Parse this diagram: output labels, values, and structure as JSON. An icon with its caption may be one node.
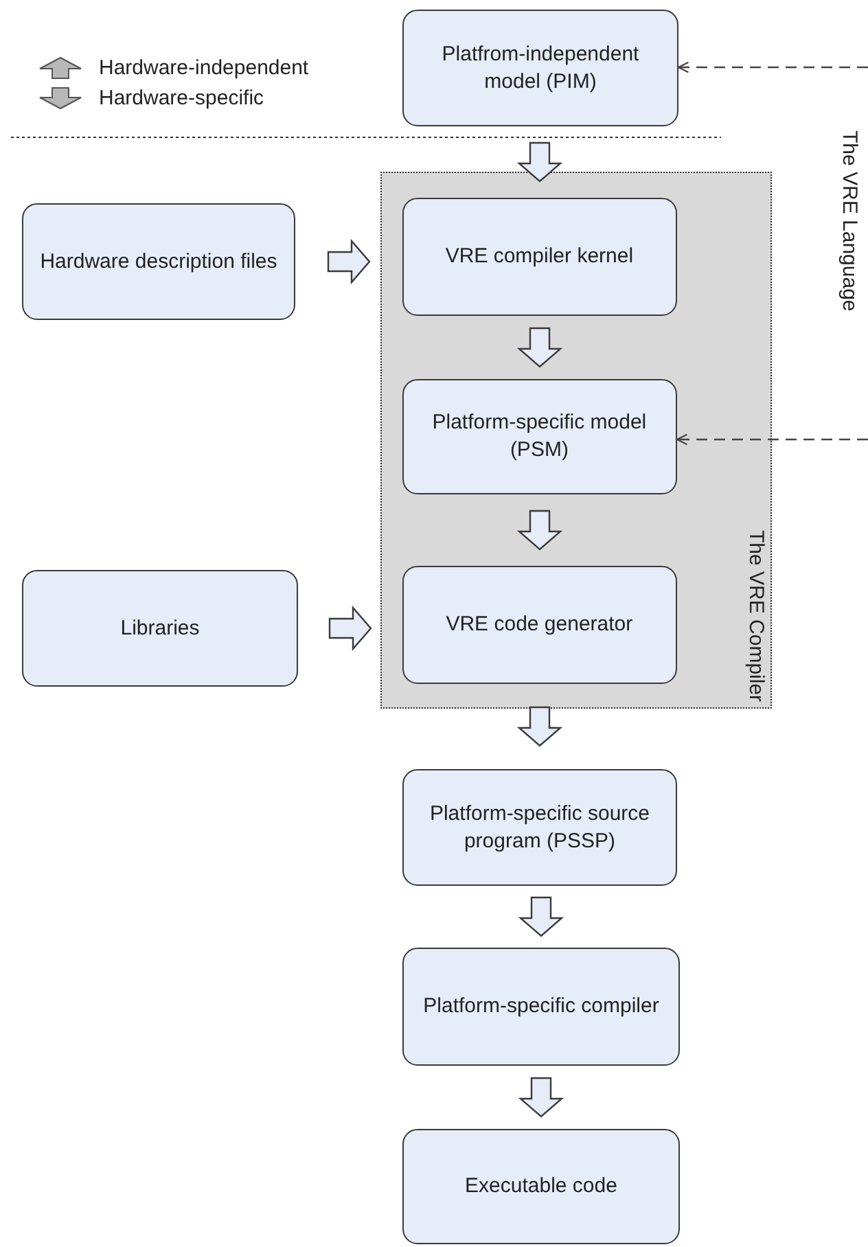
{
  "diagram": {
    "nodes": [
      {
        "text": [
          "Platfrom-independent model (PIM)"
        ]
      },
      {
        "text": [
          "Hardware description files"
        ]
      },
      {
        "text": [
          "The VRE Compiler"
        ]
      },
      {
        "text": [
          "VRE compiler kernel"
        ],
        "in": 2
      },
      {
        "text": [
          "Platform-specific model (PSM)"
        ],
        "in": 2
      },
      {
        "text": [
          "VRE code generator"
        ],
        "in": 2
      },
      {
        "text": [
          "Libraries"
        ]
      },
      {
        "text": [
          "Platform-specific source program (PSSP)"
        ]
      },
      {
        "text": [
          "Platform-specific compiler"
        ]
      },
      {
        "text": [
          "Executable code"
        ]
      }
    ],
    "edges": [
      {
        "from": 0,
        "to": 3,
        "arrow": "to"
      },
      {
        "from": 1,
        "to": 3,
        "arrow": "to"
      },
      {
        "from": 3,
        "to": 4,
        "arrow": "to"
      },
      {
        "from": 4,
        "to": 5,
        "arrow": "to"
      },
      {
        "from": 6,
        "to": 5,
        "arrow": "to"
      },
      {
        "from": 5,
        "to": 7,
        "arrow": "to"
      },
      {
        "from": 7,
        "to": 8,
        "arrow": "to"
      },
      {
        "from": 8,
        "to": 9,
        "arrow": "to"
      },
      {
        "from": null,
        "to": 0,
        "arrow": "to",
        "style": "dashed"
      },
      {
        "from": null,
        "to": 4,
        "arrow": "to",
        "style": "dashed"
      }
    ],
    "labels": [
      "The VRE Language"
    ],
    "legend": [
      {
        "text": "Hardware-independent"
      },
      {
        "text": "Hardware-specific"
      }
    ]
  }
}
